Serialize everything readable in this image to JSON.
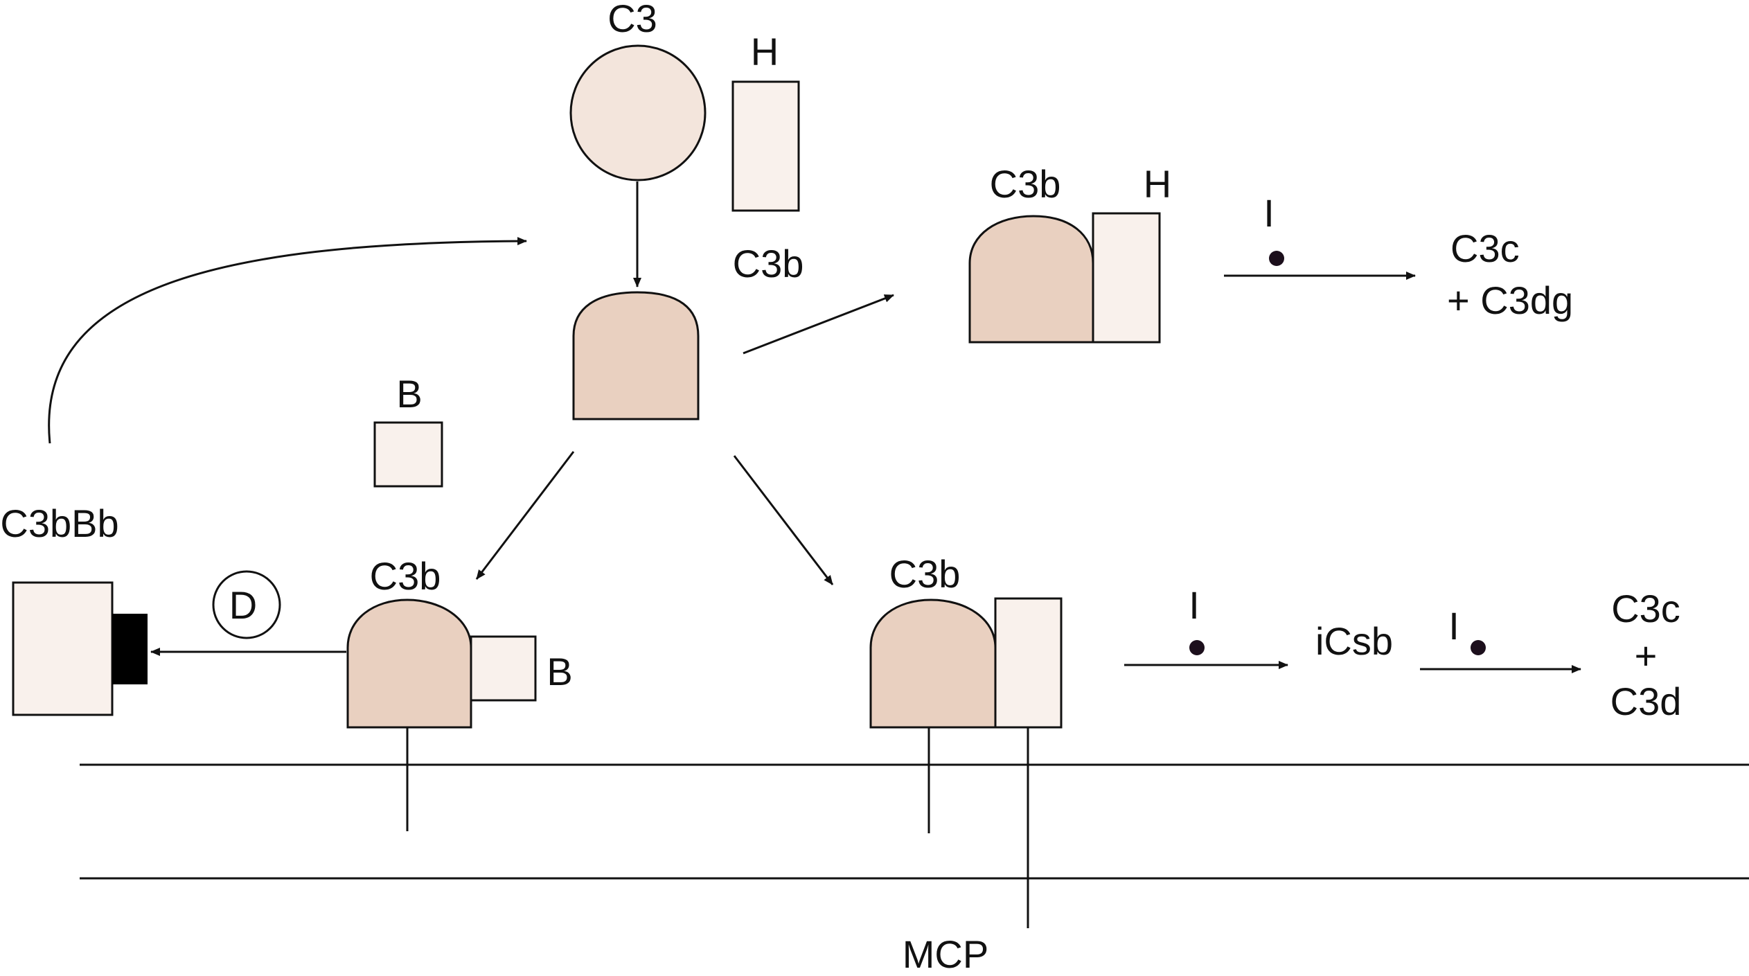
{
  "colors": {
    "c3_fill": "#f3e5dc",
    "c3b_fill": "#e9d0c0",
    "light_fill": "#f9f1ec",
    "line": "#111111",
    "bb_black": "#000000",
    "inhibitor_dot": "#1c0f1c"
  },
  "labels": {
    "c3": "C3",
    "h_top": "H",
    "c3b_center": "C3b",
    "b_free": "B",
    "c3b_h_complex": "C3b",
    "h_complex": "H",
    "i_top": "I",
    "c3c_top": "C3c",
    "c3dg_top": "+ C3dg",
    "c3bbb": "C3bBb",
    "d_factor": "D",
    "c3b_left": "C3b",
    "b_bound": "B",
    "c3b_right": "C3b",
    "i_mid": "I",
    "icsb": "iCsb",
    "i_right": "I",
    "c3c_right": "C3c",
    "plus_right": "+",
    "c3d_right": "C3d",
    "mcp": "MCP"
  }
}
